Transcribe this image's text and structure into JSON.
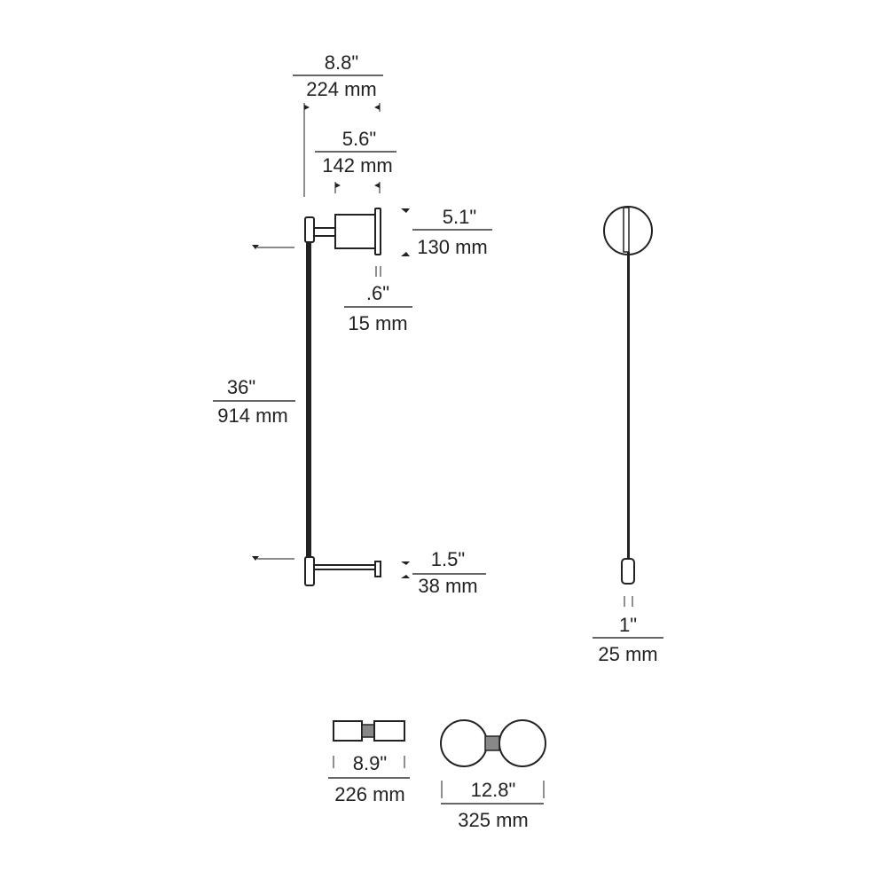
{
  "dimensions": {
    "projection": {
      "imperial": "8.8\"",
      "metric": "224 mm"
    },
    "shade_depth": {
      "imperial": "5.6\"",
      "metric": "142 mm"
    },
    "shade_height": {
      "imperial": "5.1\"",
      "metric": "130 mm"
    },
    "plate_thickness": {
      "imperial": ".6\"",
      "metric": "15 mm"
    },
    "overall_height": {
      "imperial": "36\"",
      "metric": "914 mm"
    },
    "lower_bar": {
      "imperial": "1.5\"",
      "metric": "38 mm"
    },
    "side_width": {
      "imperial": "1\"",
      "metric": "25 mm"
    },
    "top_width": {
      "imperial": "8.9\"",
      "metric": "226 mm"
    },
    "front_width": {
      "imperial": "12.8\"",
      "metric": "325 mm"
    }
  }
}
